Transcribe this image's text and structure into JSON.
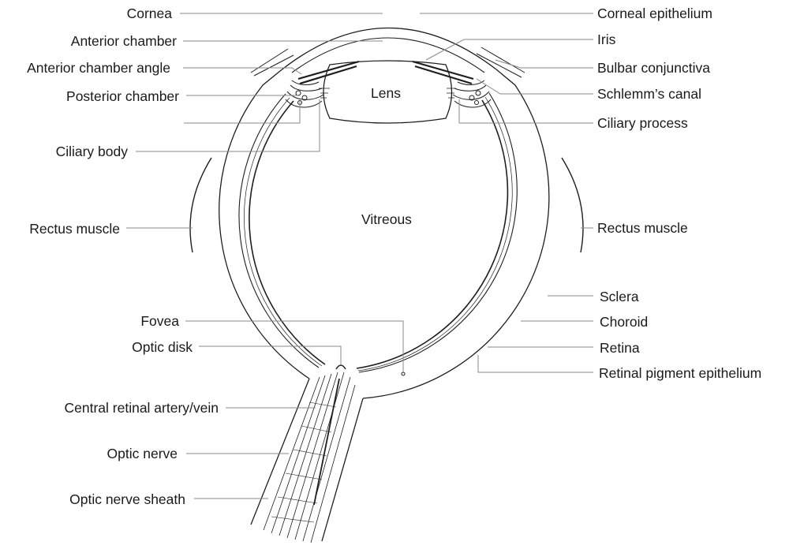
{
  "labels": {
    "left": {
      "cornea": "Cornea",
      "anterior_chamber": "Anterior chamber",
      "anterior_chamber_angle": "Anterior chamber angle",
      "posterior_chamber": "Posterior chamber",
      "ciliary_body": "Ciliary body",
      "rectus_muscle": "Rectus muscle",
      "fovea": "Fovea",
      "optic_disk": "Optic disk",
      "central_retinal_artery_vein": "Central retinal artery/vein",
      "optic_nerve": "Optic nerve",
      "optic_nerve_sheath": "Optic nerve sheath"
    },
    "right": {
      "corneal_epithelium": "Corneal epithelium",
      "iris": "Iris",
      "bulbar_conjunctiva": "Bulbar conjunctiva",
      "schlemms_canal": "Schlemm’s canal",
      "ciliary_process": "Ciliary process",
      "rectus_muscle": "Rectus muscle",
      "sclera": "Sclera",
      "choroid": "Choroid",
      "retina": "Retina",
      "retinal_pigment_epithelium": "Retinal pigment epithelium"
    },
    "inside": {
      "lens": "Lens",
      "vitreous": "Vitreous"
    }
  },
  "colors": {
    "tissue_line": "#1e1e1e",
    "leader_line": "#8a8a8a",
    "text": "#1a1a1a",
    "background": "#ffffff"
  }
}
